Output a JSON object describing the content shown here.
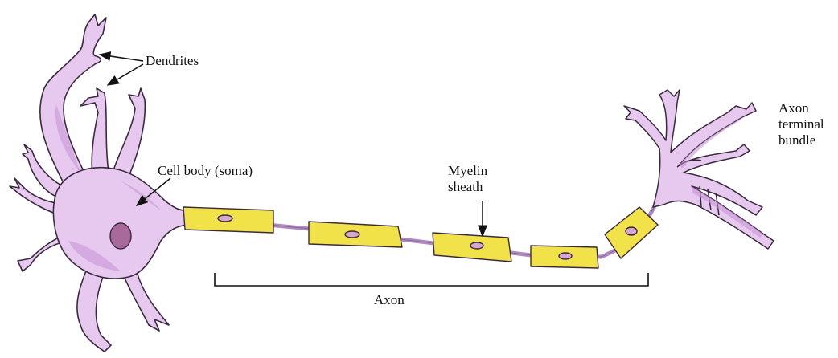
{
  "labels": {
    "dendrites": "Dendrites",
    "cell_body": "Cell body (soma)",
    "myelin_line1": "Myelin",
    "myelin_line2": "sheath",
    "axon": "Axon",
    "terminal_line1": "Axon",
    "terminal_line2": "terminal",
    "terminal_line3": "bundle"
  },
  "colors": {
    "neuron_fill": "#e7c9ef",
    "neuron_shade": "#c68fd6",
    "neuron_outline": "#3a2a3f",
    "nucleus": "#a86a9a",
    "myelin_fill": "#f2e24a",
    "myelin_shade": "#d9c52a",
    "node_nucleus": "#d9a8cf",
    "axon_line": "#b08ac0"
  }
}
